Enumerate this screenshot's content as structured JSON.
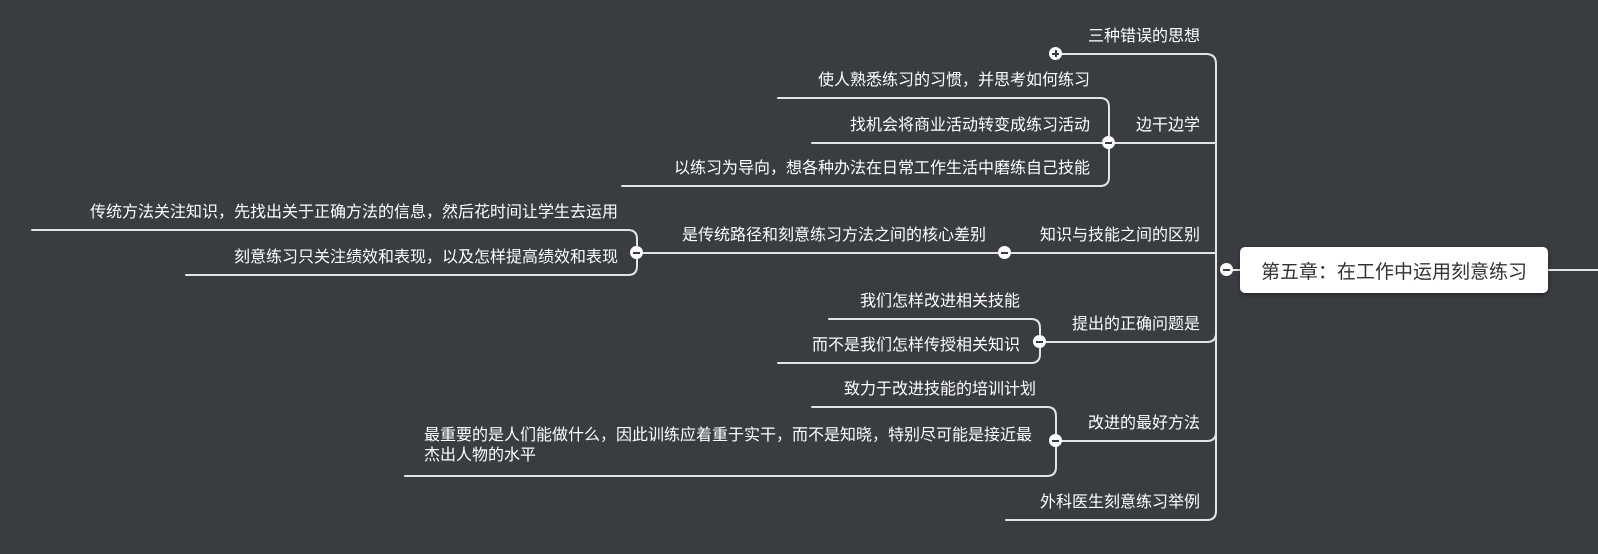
{
  "root": {
    "label": "第五章：在工作中运用刻意练习"
  },
  "branches": [
    {
      "label": "三种错误的思想"
    },
    {
      "label": "边干边学",
      "children": [
        "使人熟悉练习的习惯，并思考如何练习",
        "找机会将商业活动转变成练习活动",
        "以练习为导向，想各种办法在日常工作生活中磨练自己技能"
      ]
    },
    {
      "label": "知识与技能之间的区别",
      "sub": {
        "label": "是传统路径和刻意练习方法之间的核心差别",
        "children": [
          "传统方法关注知识，先找出关于正确方法的信息，然后花时间让学生去运用",
          "刻意练习只关注绩效和表现，以及怎样提高绩效和表现"
        ]
      }
    },
    {
      "label": "提出的正确问题是",
      "children": [
        "我们怎样改进相关技能",
        "而不是我们怎样传授相关知识"
      ]
    },
    {
      "label": "改进的最好方法",
      "children": [
        "致力于改进技能的培训计划",
        "最重要的是人们能做什么，因此训练应着重于实干，而不是知晓，特别尽可能是接近最杰出人物的水平"
      ]
    },
    {
      "label": "外科医生刻意练习举例"
    }
  ],
  "colors": {
    "background": "#393c41",
    "line": "#e4e4e4",
    "text": "#ffffff",
    "root_bg": "#ffffff",
    "root_text": "#333333"
  },
  "icons": {
    "collapse": "minus-circle-icon",
    "expand": "plus-circle-icon"
  }
}
